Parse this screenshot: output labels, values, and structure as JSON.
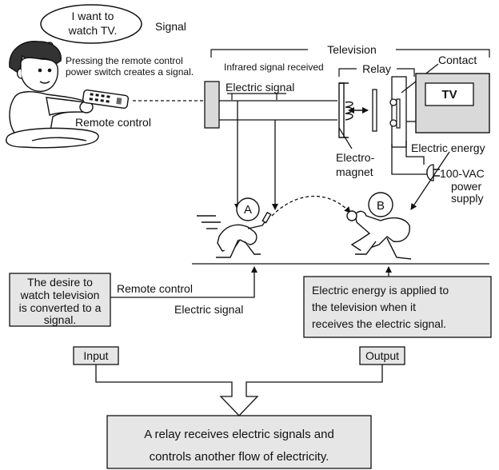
{
  "speech_bubble": {
    "line1": "I want to",
    "line2": "watch TV."
  },
  "labels": {
    "signal": "Signal",
    "pressing_line1": "Pressing the remote control",
    "pressing_line2": "power switch creates a signal.",
    "remote_control": "Remote control",
    "television": "Television",
    "infrared": "Infrared signal received",
    "relay": "Relay",
    "contact": "Contact",
    "electric_signal_top": "Electric signal",
    "tv_screen": "TV",
    "electro_line1": "Electro-",
    "electro_line2": "magnet",
    "electric_energy": "Electric energy",
    "power_line1": "100-VAC",
    "power_line2": "power",
    "power_line3": "supply",
    "runner_a": "A",
    "runner_b": "B",
    "remote_control_flow": "Remote control",
    "electric_signal_flow": "Electric signal",
    "input": "Input",
    "output": "Output"
  },
  "desire_box": {
    "line1": "The desire to",
    "line2": "watch television",
    "line3": "is converted to a",
    "line4": "signal."
  },
  "energy_box": {
    "line1": "Electric energy is applied to",
    "line2": "the television when it",
    "line3": "receives the electric signal."
  },
  "summary_box": {
    "line1": "A relay receives electric signals and",
    "line2": "controls another flow of electricity."
  },
  "colors": {
    "box_fill": "#e6e6e6",
    "line": "#111111",
    "device_fill": "#d9d9d9"
  }
}
